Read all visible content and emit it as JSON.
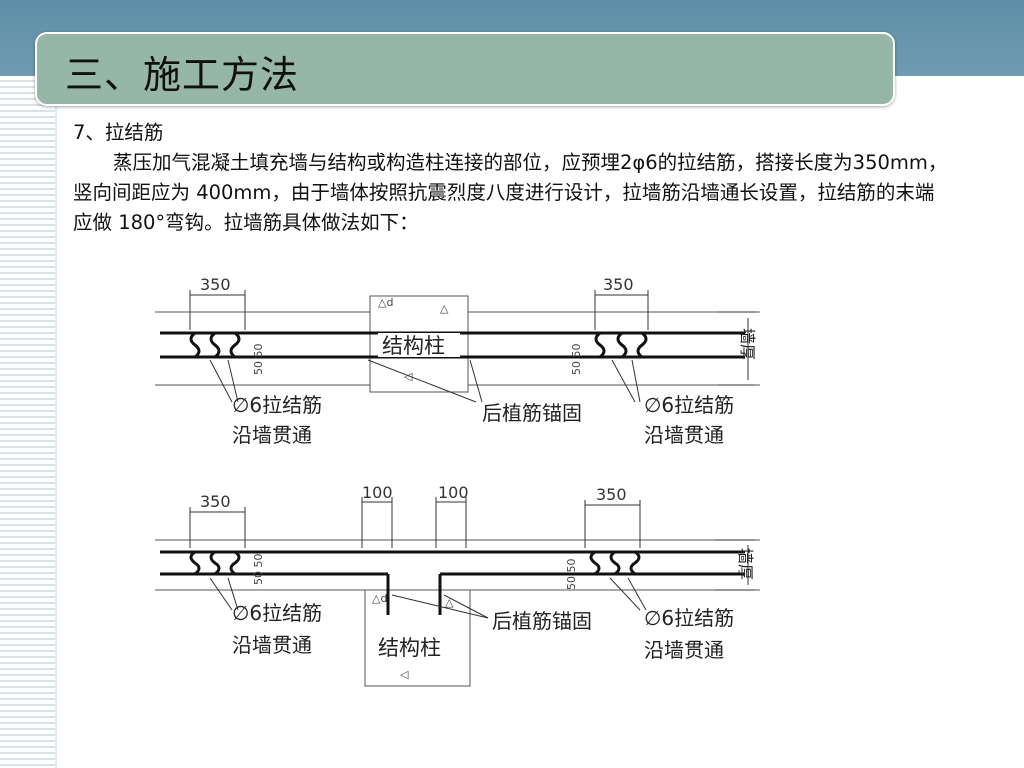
{
  "title": "三、施工方法",
  "heading": "7、拉结筋",
  "paragraph": "蒸压加气混凝土填充墙与结构或构造柱连接的部位，应预埋2φ6的拉结筋，搭接长度为350mm，竖向间距应为 400mm，由于墙体按照抗震烈度八度进行设计，拉墙筋沿墙通长设置，拉结筋的末端应做 180°弯钩。拉墙筋具体做法如下：",
  "diagram1": {
    "dim_left": "350",
    "dim_right": "350",
    "dim_vert_left": "50 50",
    "dim_vert_right": "50 50",
    "column_label": "结构柱",
    "rebar_left_line1": "∅6拉结筋",
    "rebar_left_line2": "沿墙贯通",
    "anchor_label": "后植筋锚固",
    "rebar_right_line1": "∅6拉结筋",
    "rebar_right_line2": "沿墙贯通",
    "wall_thickness": "墙厚"
  },
  "diagram2": {
    "dim_left": "350",
    "dim_mid1": "100",
    "dim_mid2": "100",
    "dim_right": "350",
    "dim_vert_left": "50 50",
    "dim_vert_right": "50 50",
    "column_label": "结构柱",
    "rebar_left_line1": "∅6拉结筋",
    "rebar_left_line2": "沿墙贯通",
    "anchor_label": "后植筋锚固",
    "rebar_right_line1": "∅6拉结筋",
    "rebar_right_line2": "沿墙贯通",
    "wall_thickness": "墙厚"
  }
}
